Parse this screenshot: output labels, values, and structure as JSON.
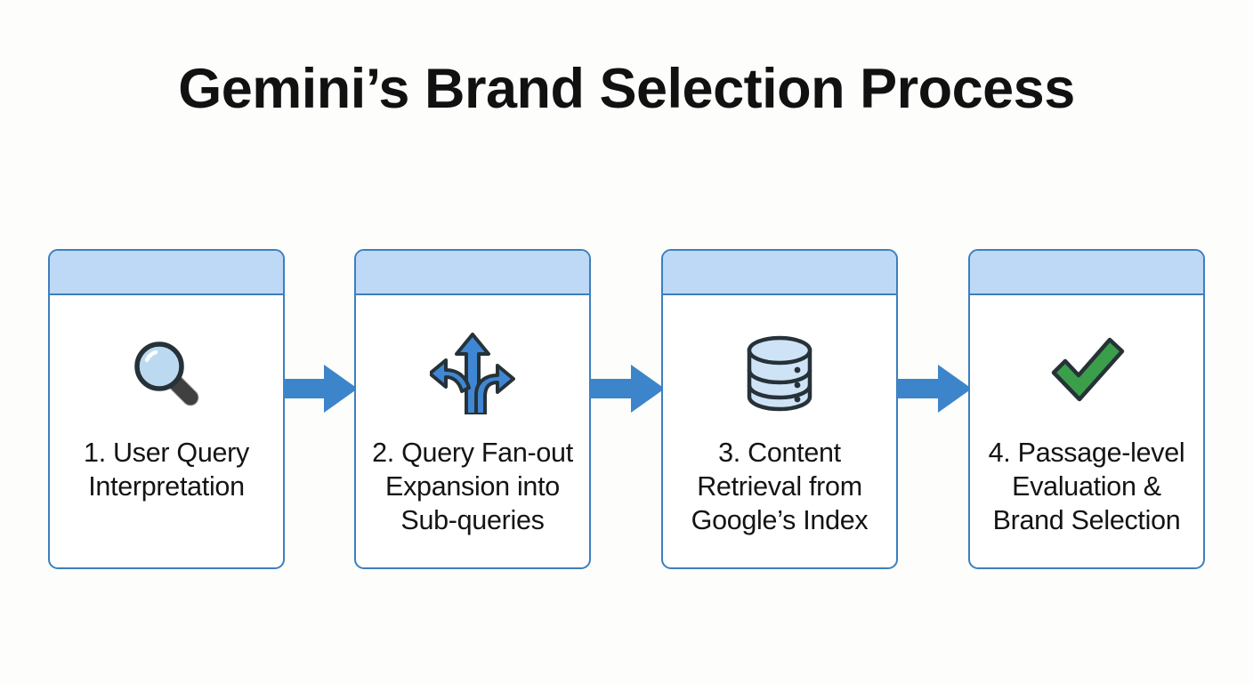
{
  "title": "Gemini’s Brand Selection Process",
  "colors": {
    "background": "#fdfdfc",
    "card_border": "#3d7fbe",
    "card_header": "#bdd9f6",
    "arrow_blue": "#3d85ca",
    "icon_blue": "#3f87d4",
    "icon_lens": "#bcd9f2",
    "icon_outline": "#263238",
    "check_green": "#3a9e4a",
    "title_text": "#111111",
    "label_text": "#141414"
  },
  "steps": [
    {
      "icon": "magnifier-icon",
      "label": "1. User Query\nInterpretation",
      "lines": [
        "1. User Query",
        "Interpretation"
      ]
    },
    {
      "icon": "fan-out-arrows-icon",
      "label": "2. Query Fan-out Expansion into Sub-queries",
      "lines": [
        "2. Query Fan-out",
        "Expansion into",
        "Sub-queries"
      ]
    },
    {
      "icon": "database-icon",
      "label": "3. Content Retrieval from Google’s Index",
      "lines": [
        "3. Content",
        "Retrieval from",
        "Google’s Index"
      ]
    },
    {
      "icon": "green-check-icon",
      "label": "4. Passage-level Evaluation & Brand Selection",
      "lines": [
        "4. Passage-level",
        "Evaluation &",
        "Brand Selection"
      ]
    }
  ],
  "connectors": [
    {
      "name": "arrow-step1-to-step2",
      "direction": "right"
    },
    {
      "name": "arrow-step2-to-step3",
      "direction": "right"
    },
    {
      "name": "arrow-step3-to-step4",
      "direction": "right"
    }
  ]
}
